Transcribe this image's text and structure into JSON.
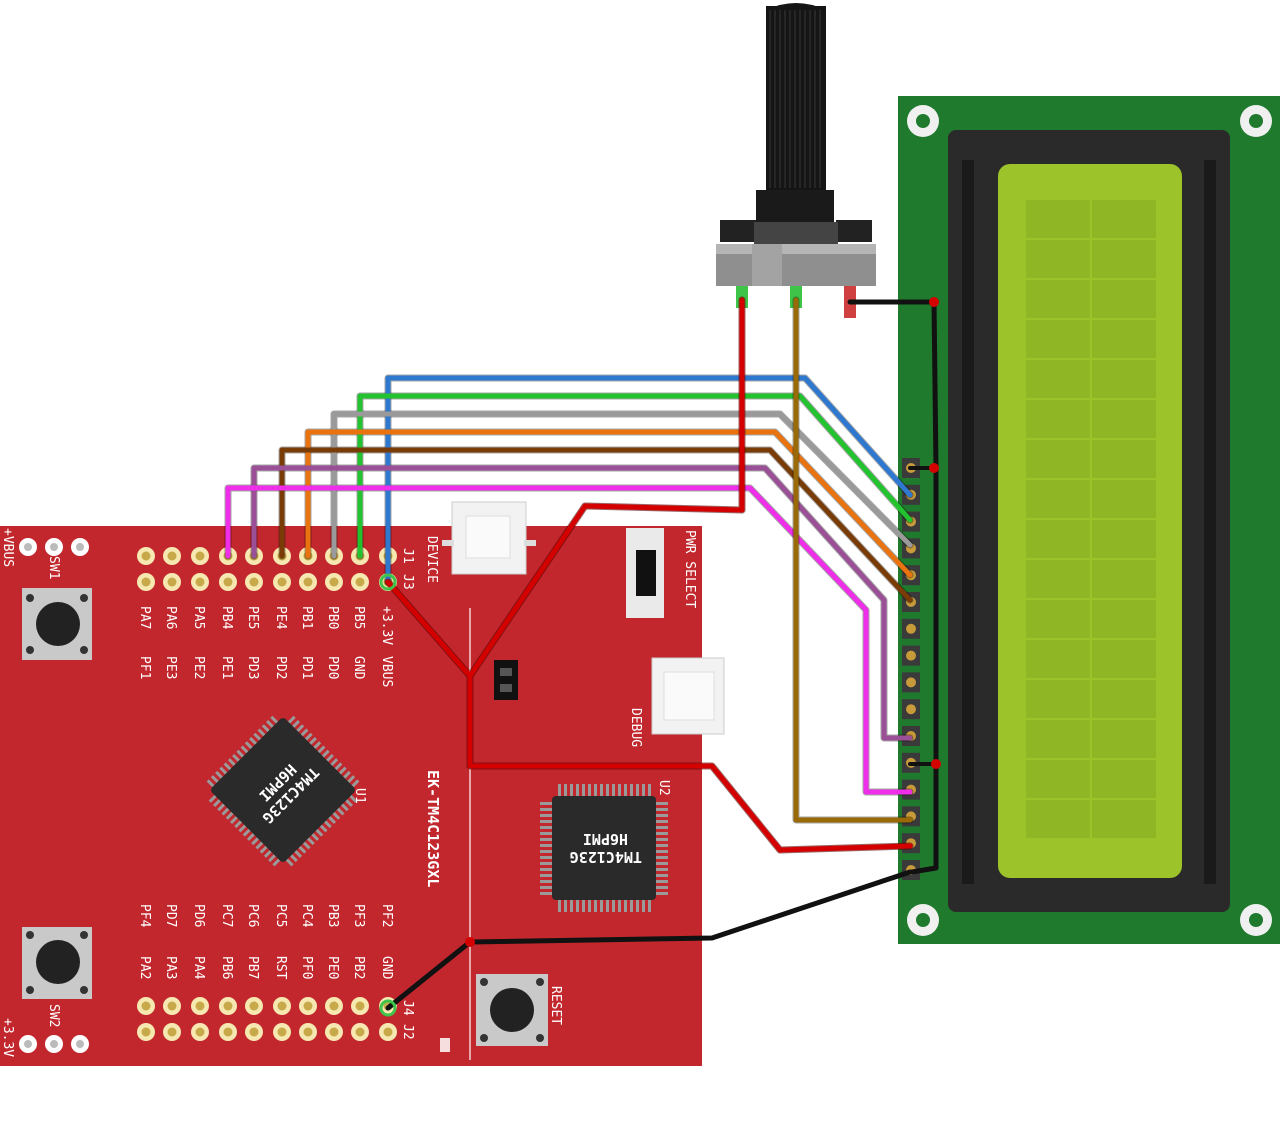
{
  "board": {
    "name": "EK-TM4C123GXL",
    "u1_label": "U1",
    "u2_label": "U2",
    "u1_chip_line1": "TM4C123G",
    "u1_chip_line2": "H6PMI",
    "u2_chip_line1": "TM4C123G",
    "u2_chip_line2": "H6PMI",
    "device_label": "DEVICE",
    "debug_label": "DEBUG",
    "pwr_select_label": "PWR SELECT",
    "reset_label": "RESET",
    "sw1_label": "SW1",
    "sw2_label": "SW2",
    "vbus_top_label": "+VBUS",
    "v33_bottom_label": "+3.3V",
    "j1_label": "J1",
    "j3_label": "J3",
    "j4_label": "J4",
    "j2_label": "J2",
    "top_outer_pins": [
      "PA7",
      "PA6",
      "PA5",
      "PB4",
      "PE5",
      "PE4",
      "PB1",
      "PB0",
      "PB5",
      "+3.3V"
    ],
    "top_inner_pins": [
      "PF1",
      "PE3",
      "PE2",
      "PE1",
      "PD3",
      "PD2",
      "PD1",
      "PD0",
      "GND",
      "VBUS"
    ],
    "bottom_inner_pins": [
      "PF4",
      "PD7",
      "PD6",
      "PC7",
      "PC6",
      "PC5",
      "PC4",
      "PB3",
      "PF3",
      "PF2"
    ],
    "bottom_outer_pins": [
      "PA2",
      "PA3",
      "PA4",
      "PB6",
      "PB7",
      "RST",
      "PF0",
      "PE0",
      "PB2",
      "GND"
    ]
  },
  "lcd": {
    "pin_count": 16,
    "rows": 2,
    "cols": 16
  },
  "potentiometer": {
    "pins": 3
  },
  "wire_colors": {
    "power": "#d40000",
    "ground": "#111111",
    "blue": "#2f78d0",
    "green": "#22c32e",
    "grey": "#9a9a9a",
    "orange": "#e8730f",
    "brown": "#7a3c06",
    "purple": "#9b4f96",
    "magenta": "#ee2ee8",
    "wiper": "#9a6a08"
  },
  "colors": {
    "board_red": "#c1272d",
    "lcd_pcb": "#1f7a2e",
    "lcd_screen": "#9dc32a"
  }
}
